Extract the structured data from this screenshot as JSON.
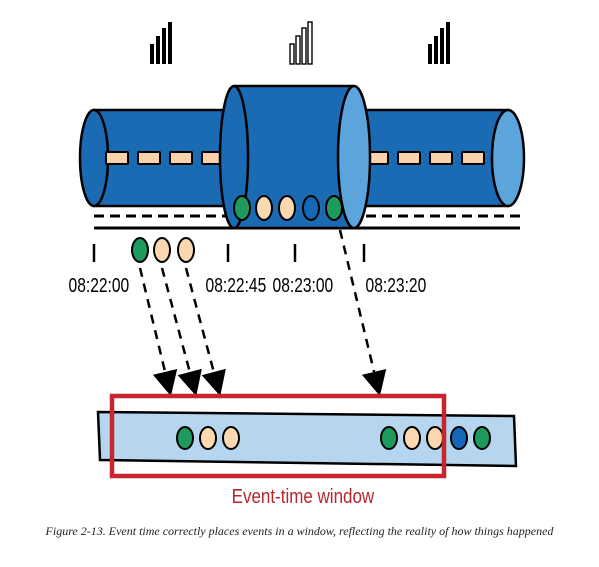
{
  "diagram": {
    "time_labels": [
      "08:22:00",
      "08:22:45",
      "08:23:00",
      "08:23:20"
    ],
    "window_label": "Event-time window",
    "event_colors": {
      "green": "#1f9a5e",
      "peach": "#fcd8b1",
      "blue": "#1667b8"
    },
    "pipe_color": "#1a6ab4",
    "highlight_color": "#5ba5dc",
    "packet_color": "#fad3ad",
    "window_fill": "#b5d6ee",
    "window_border": "#c7262f",
    "icons": [
      "signal-bars-icon",
      "signal-bars-outline-icon",
      "signal-bars-icon"
    ]
  },
  "caption": "Figure 2-13. Event time correctly places events in a window, reflecting the reality of how things happened"
}
